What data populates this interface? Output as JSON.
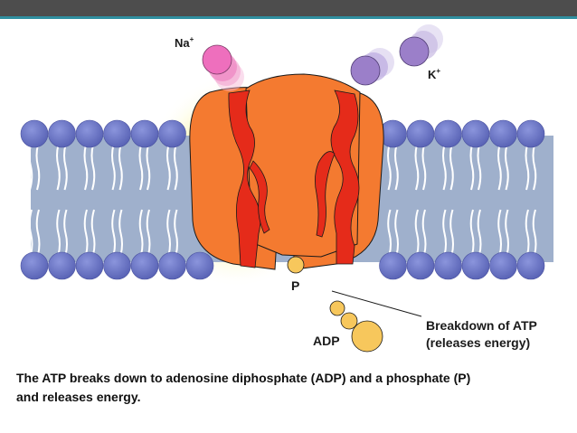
{
  "labels": {
    "na": "Na",
    "na_charge": "+",
    "k": "K",
    "k_charge": "+",
    "phosphate": "P",
    "adp": "ADP",
    "breakdown_line1": "Breakdown of ATP",
    "breakdown_line2": "(releases energy)"
  },
  "caption": {
    "line1": "The ATP breaks down to adenosine diphosphate (ADP) and a phosphate (P)",
    "line2": "and releases energy."
  },
  "colors": {
    "header_bar": "#4d4d4d",
    "header_accent": "#2f8fa0",
    "membrane": "#9fb0cc",
    "lipid_head": "#6a75c5",
    "protein_outer": "#f47a30",
    "protein_channel": "#e52b1a",
    "glow": "#f5f06a",
    "sodium_ion": "#ee6fbd",
    "potassium_ion": "#9b7fc9",
    "phosphate_ball": "#f7c75c"
  }
}
